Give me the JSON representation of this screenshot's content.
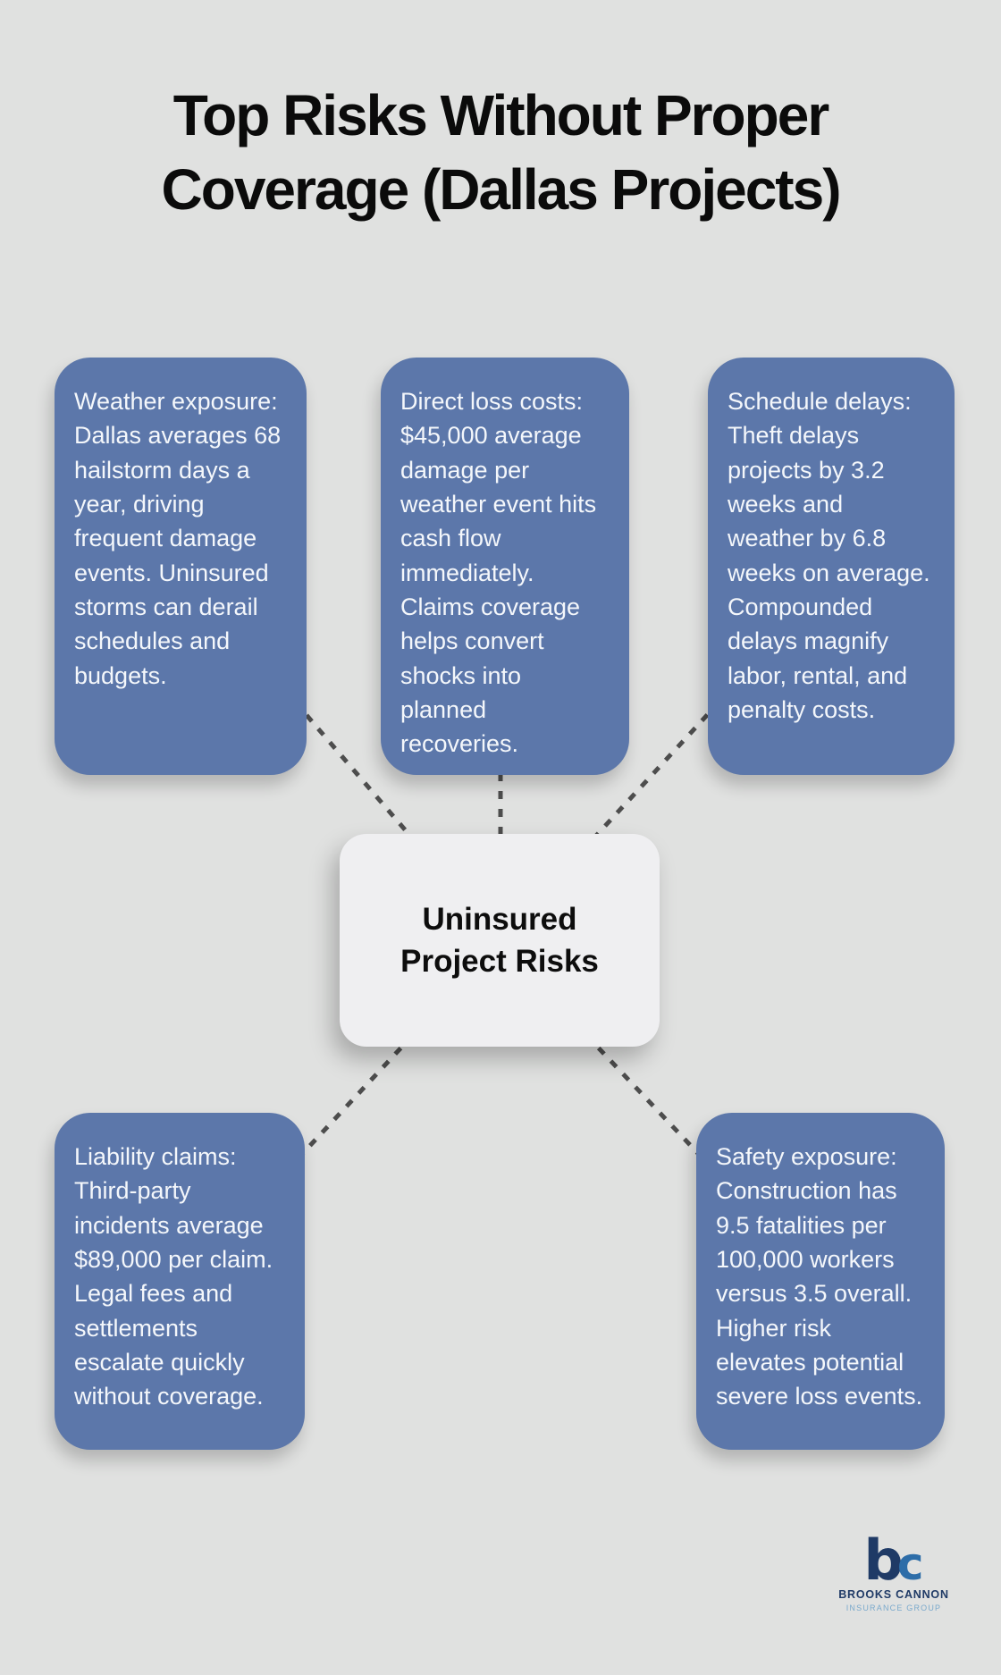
{
  "title": {
    "line1": "Top Risks Without Proper",
    "line2": "Coverage (Dallas Projects)"
  },
  "center": {
    "line1": "Uninsured",
    "line2": "Project Risks"
  },
  "nodes": [
    {
      "id": "weather-exposure",
      "text": "Weather exposure: Dallas averages 68 hailstorm days a year, driving frequent damage events. Uninsured storms can derail schedules and budgets."
    },
    {
      "id": "direct-loss-costs",
      "text": "Direct loss costs: $45,000 average damage per weather event hits cash flow immediately. Claims coverage helps convert shocks into planned recoveries."
    },
    {
      "id": "schedule-delays",
      "text": "Schedule delays: Theft delays projects by 3.2 weeks and weather by 6.8 weeks on average. Compounded delays magnify labor, rental, and penalty costs."
    },
    {
      "id": "liability-claims",
      "text": "Liability claims: Third-party incidents average $89,000 per claim. Legal fees and settlements escalate quickly without coverage."
    },
    {
      "id": "safety-exposure",
      "text": "Safety exposure: Construction has 9.5 fatalities per 100,000 workers versus 3.5 overall. Higher risk elevates potential severe loss events."
    }
  ],
  "logo": {
    "mark_b": "b",
    "mark_c": "c",
    "name": "BROOKS CANNON",
    "tagline": "INSURANCE GROUP"
  },
  "colors": {
    "background": "#e0e1e0",
    "risk_box": "#5c77aa",
    "risk_box_text": "#f4f7fb",
    "center_box": "#efeff1",
    "center_text": "#0d0d0d",
    "connector": "#4d4d4d",
    "title_text": "#0b0b0b",
    "logo_navy": "#1f3a66",
    "logo_blue": "#2d6da8",
    "logo_light_blue": "#7aa9cc"
  }
}
